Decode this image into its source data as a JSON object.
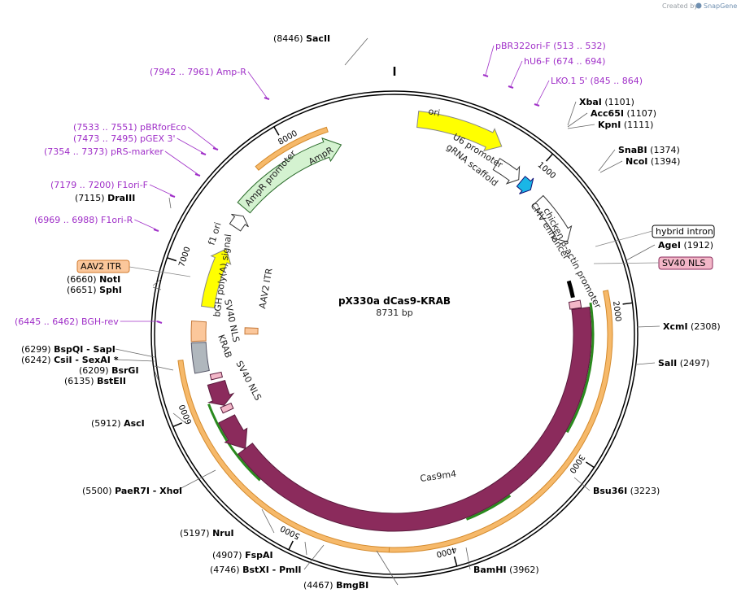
{
  "credit": {
    "prefix": "Created by",
    "brand": "SnapGene"
  },
  "plasmid": {
    "name": "pX330a dCas9-KRAB",
    "size_label": "8731 bp",
    "length": 8731
  },
  "colors": {
    "cas9": "#8b2b5c",
    "amp": "#d4f2d0",
    "ori": "#ffff00",
    "f1ori": "#ffff00",
    "itr": "#fbc79b",
    "bgh": "#b0b7bd",
    "orf": "#f6b96a",
    "orf_arrow": "#2a8a1e",
    "primer": "#a030c8",
    "grna": "#1ab6e6",
    "nls": "#f3b7c8"
  },
  "ticks": [
    "1000",
    "2000",
    "3000",
    "4000",
    "5000",
    "6000",
    "7000",
    "8000"
  ],
  "sites": [
    {
      "name": "SacII",
      "pos": "(8446)",
      "side": "left"
    },
    {
      "name": "XbaI",
      "pos": "(1101)",
      "side": "right"
    },
    {
      "name": "Acc65I",
      "pos": "(1107)",
      "side": "right"
    },
    {
      "name": "KpnI",
      "pos": "(1111)",
      "side": "right"
    },
    {
      "name": "SnaBI",
      "pos": "(1374)",
      "side": "right"
    },
    {
      "name": "NcoI",
      "pos": "(1394)",
      "side": "right"
    },
    {
      "name": "AgeI",
      "pos": "(1912)",
      "side": "right"
    },
    {
      "name": "XcmI",
      "pos": "(2308)",
      "side": "right"
    },
    {
      "name": "SalI",
      "pos": "(2497)",
      "side": "right"
    },
    {
      "name": "Bsu36I",
      "pos": "(3223)",
      "side": "right"
    },
    {
      "name": "BamHI",
      "pos": "(3962)",
      "side": "right"
    },
    {
      "name": "BmgBI",
      "pos": "(4467)",
      "side": "left"
    },
    {
      "name": "BstXI",
      "pos": "(4746)",
      "side": "left",
      "extra": "- PmlI"
    },
    {
      "name": "FspAI",
      "pos": "(4907)",
      "side": "left"
    },
    {
      "name": "NruI",
      "pos": "(5197)",
      "side": "left"
    },
    {
      "name": "PaeR7I",
      "pos": "(5500)",
      "side": "left",
      "extra": "- XhoI"
    },
    {
      "name": "AscI",
      "pos": "(5912)",
      "side": "left"
    },
    {
      "name": "BstEII",
      "pos": "(6135)",
      "side": "left"
    },
    {
      "name": "BsrGI",
      "pos": "(6209)",
      "side": "left"
    },
    {
      "name": "CsiI",
      "pos": "(6242)",
      "side": "left",
      "extra": "- SexAI *"
    },
    {
      "name": "BspQI",
      "pos": "(6299)",
      "side": "left",
      "extra": "- SapI"
    },
    {
      "name": "SphI",
      "pos": "(6651)",
      "side": "left"
    },
    {
      "name": "NotI",
      "pos": "(6660)",
      "side": "left"
    },
    {
      "name": "DraIII",
      "pos": "(7115)",
      "side": "left"
    }
  ],
  "primers": [
    {
      "label": "pBR322ori-F",
      "pos": "(513 .. 532)"
    },
    {
      "label": "hU6-F",
      "pos": "(674 .. 694)"
    },
    {
      "label": "LKO.1 5'",
      "pos": "(845 .. 864)"
    },
    {
      "label": "Amp-R",
      "pos": "(7942 .. 7961)"
    },
    {
      "label": "pBRforEco",
      "pos": "(7533 .. 7551)"
    },
    {
      "label": "pGEX 3'",
      "pos": "(7473 .. 7495)"
    },
    {
      "label": "pRS-marker",
      "pos": "(7354 .. 7373)"
    },
    {
      "label": "F1ori-F",
      "pos": "(7179 .. 7200)"
    },
    {
      "label": "F1ori-R",
      "pos": "(6969 .. 6988)"
    },
    {
      "label": "BGH-rev",
      "pos": "(6445 .. 6462)"
    }
  ],
  "features": {
    "ori": "ori",
    "u6": "U6 promoter",
    "grna": "gRNA scaffold",
    "cmv": "CMV enhancer",
    "cba": "chicken β-actin promoter",
    "hybrid_intron": "hybrid intron",
    "sv40_nls_box": "SV40 NLS",
    "cas9": "Cas9m4",
    "sv40_nls_1": "SV40 NLS",
    "krab": "KRAB",
    "sv40_nls_2": "SV40 NLS",
    "bgh": "bGH poly(A) signal",
    "aav2_itr_box": "AAV2 ITR",
    "aav2_itr": "AAV2 ITR",
    "f1ori": "f1 ori",
    "ampr_promoter": "AmpR promoter",
    "ampr": "AmpR"
  }
}
